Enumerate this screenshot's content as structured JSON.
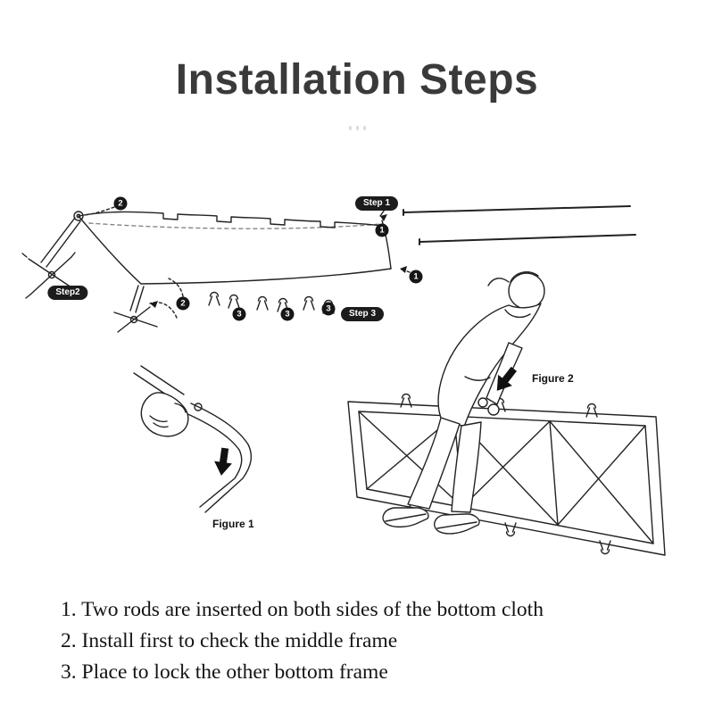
{
  "title": "Installation Steps",
  "diagram": {
    "badges": {
      "step1": "Step 1",
      "step2": "Step2",
      "step3": "Step 3"
    },
    "figures": {
      "figure1": "Figure 1",
      "figure2": "Figure 2"
    },
    "callouts": {
      "c1": "1",
      "c2": "2",
      "c3": "3"
    }
  },
  "instructions": {
    "items": [
      "1. Two rods are inserted on both sides of the bottom cloth",
      "2. Install first to check the middle frame",
      "3. Place to lock the other bottom frame"
    ]
  },
  "colors": {
    "ink": "#222222",
    "title_text": "#3a3a3a",
    "badge_bg": "#1c1c1c"
  }
}
